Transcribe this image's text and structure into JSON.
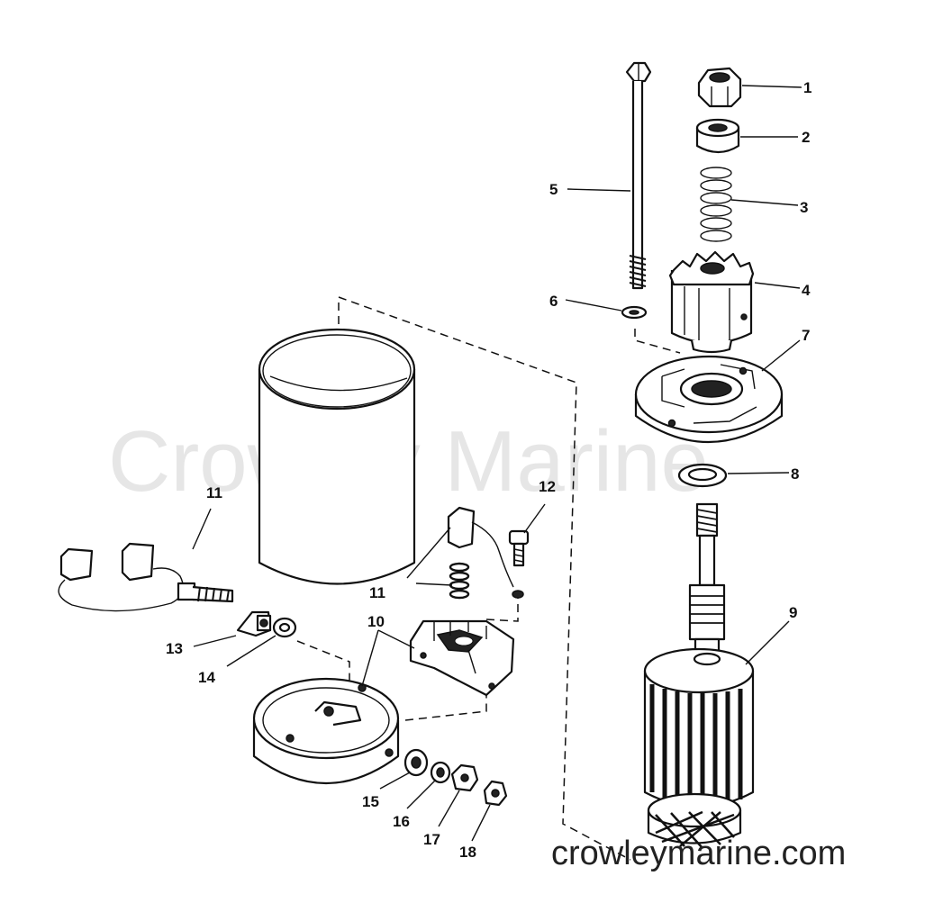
{
  "watermark": {
    "center_text": "Crowley Marine",
    "corner_text": "crowleymarine.com"
  },
  "callouts": [
    {
      "id": "c1",
      "label": "1"
    },
    {
      "id": "c2",
      "label": "2"
    },
    {
      "id": "c3",
      "label": "3"
    },
    {
      "id": "c4",
      "label": "4"
    },
    {
      "id": "c5",
      "label": "5"
    },
    {
      "id": "c6",
      "label": "6"
    },
    {
      "id": "c7",
      "label": "7"
    },
    {
      "id": "c8",
      "label": "8"
    },
    {
      "id": "c9",
      "label": "9"
    },
    {
      "id": "c10",
      "label": "10"
    },
    {
      "id": "c11a",
      "label": "11"
    },
    {
      "id": "c11b",
      "label": "11"
    },
    {
      "id": "c12",
      "label": "12"
    },
    {
      "id": "c13",
      "label": "13"
    },
    {
      "id": "c14",
      "label": "14"
    },
    {
      "id": "c15",
      "label": "15"
    },
    {
      "id": "c16",
      "label": "16"
    },
    {
      "id": "c17",
      "label": "17"
    },
    {
      "id": "c18",
      "label": "18"
    }
  ]
}
